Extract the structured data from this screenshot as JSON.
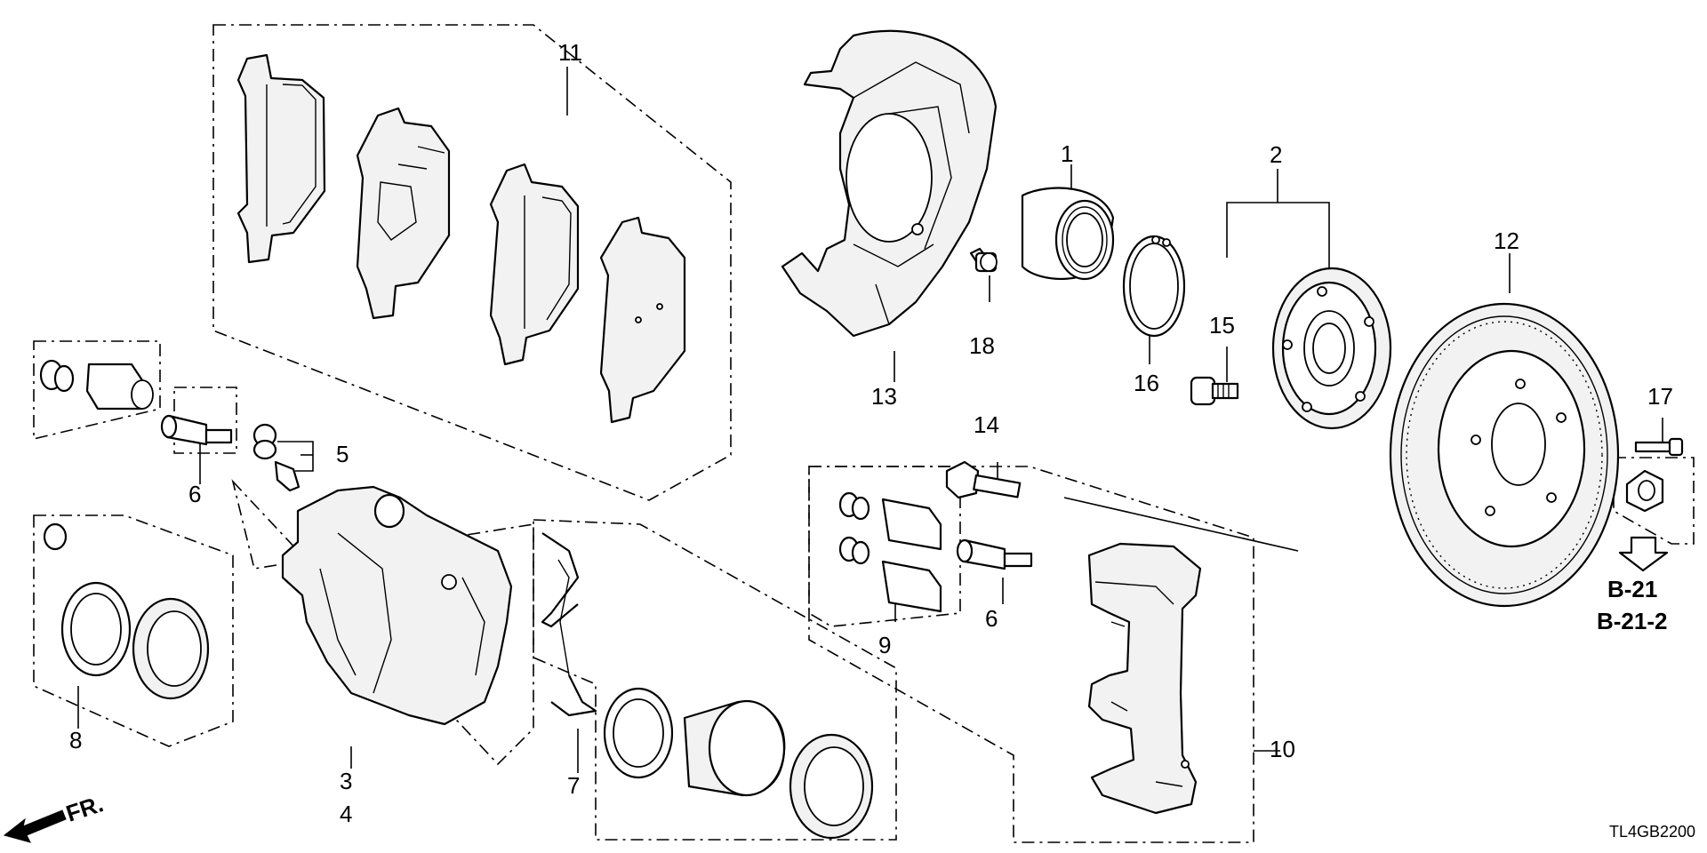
{
  "diagram": {
    "callouts": {
      "c1": "1",
      "c2": "2",
      "c3": "3",
      "c4": "4",
      "c5": "5",
      "c6a": "6",
      "c6b": "6",
      "c7": "7",
      "c8": "8",
      "c9": "9",
      "c10": "10",
      "c11": "11",
      "c12": "12",
      "c13": "13",
      "c14": "14",
      "c15": "15",
      "c16": "16",
      "c17": "17",
      "c18": "18"
    },
    "references": [
      "B-21",
      "B-21-2"
    ],
    "front_marker": "FR.",
    "diagram_code": "TL4GB2200"
  }
}
